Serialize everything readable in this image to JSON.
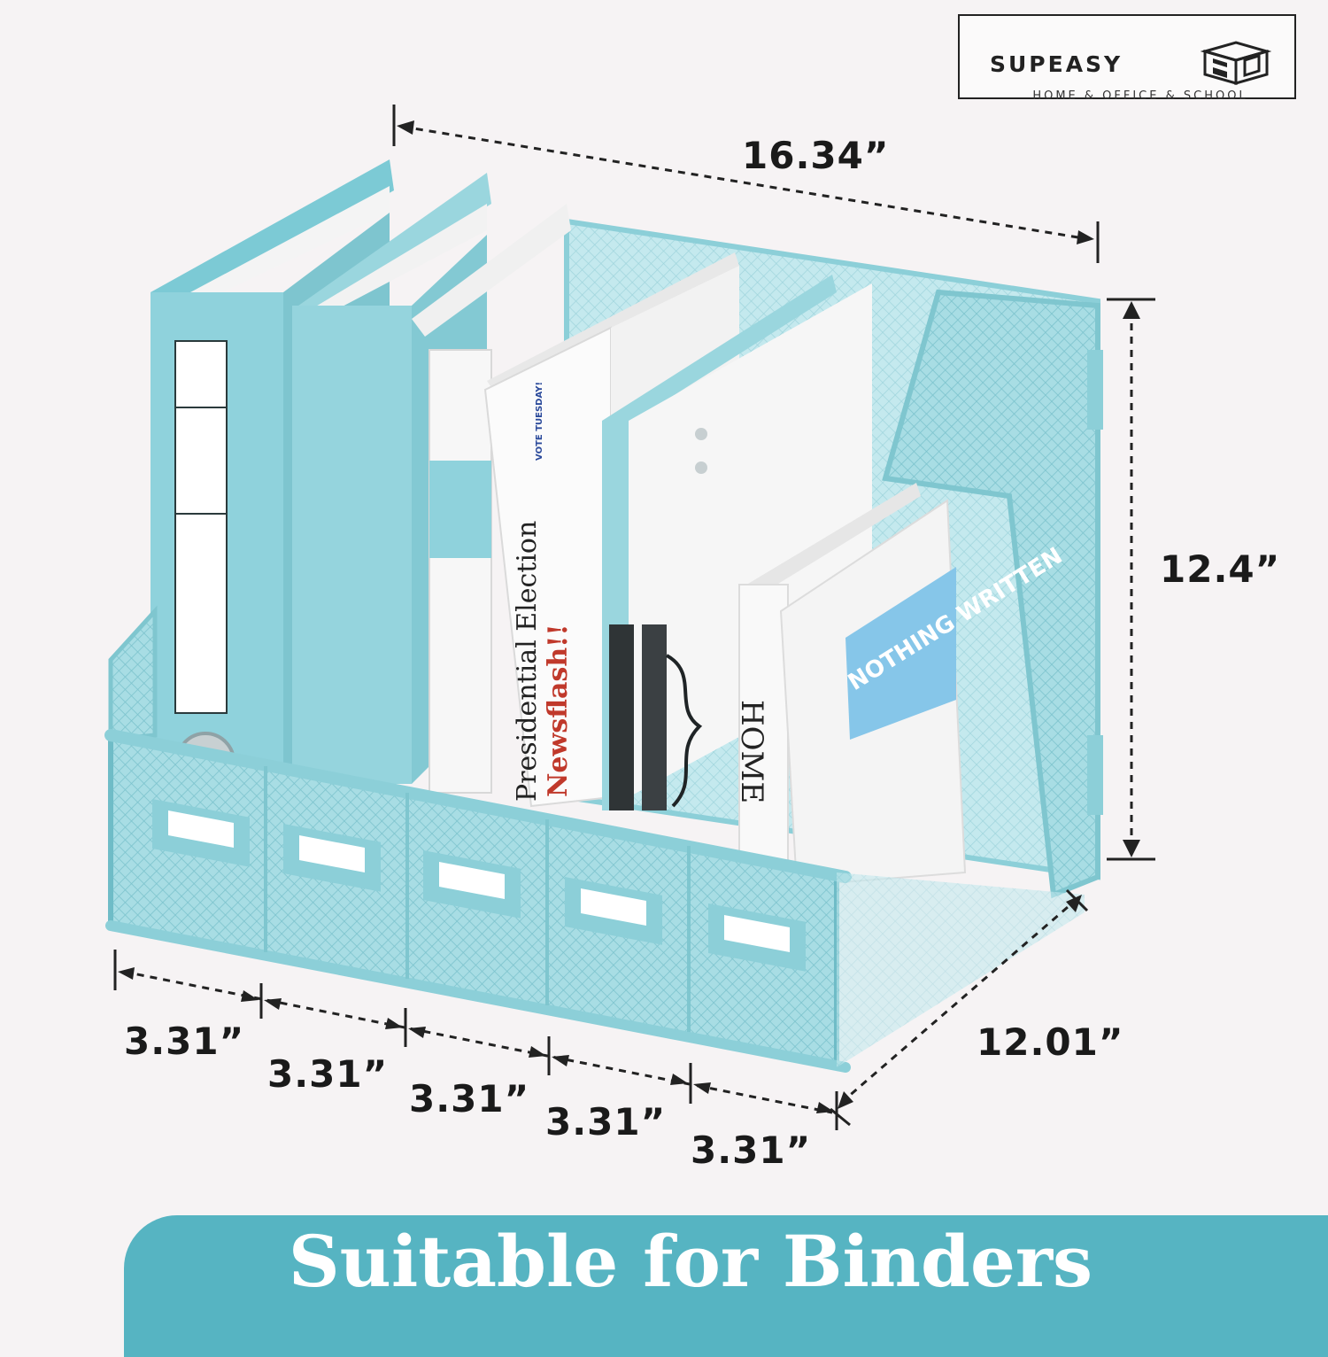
{
  "brand": {
    "name": "SUPEASY",
    "tagline": "HOME & OFFICE & SCHOOL"
  },
  "dimensions": {
    "width": "16.34”",
    "height": "12.4”",
    "depth": "12.01”",
    "slots": [
      "3.31”",
      "3.31”",
      "3.31”",
      "3.31”",
      "3.31”"
    ]
  },
  "product_text": {
    "binder_1_label": "",
    "newspaper_line_1": "Presidential Election",
    "newspaper_line_2": "Newsflash!!",
    "newspaper_tag": "VOTE TUESDAY!",
    "book_1_title": "HOME",
    "book_2_title": "NOTHING WRITTEN"
  },
  "banner": {
    "text": "Suitable for Binders"
  },
  "colors": {
    "background": "#f6f3f4",
    "accent": "#56b4c2",
    "organizer": "#9fd9e0",
    "binder": "#8fd2dc"
  }
}
